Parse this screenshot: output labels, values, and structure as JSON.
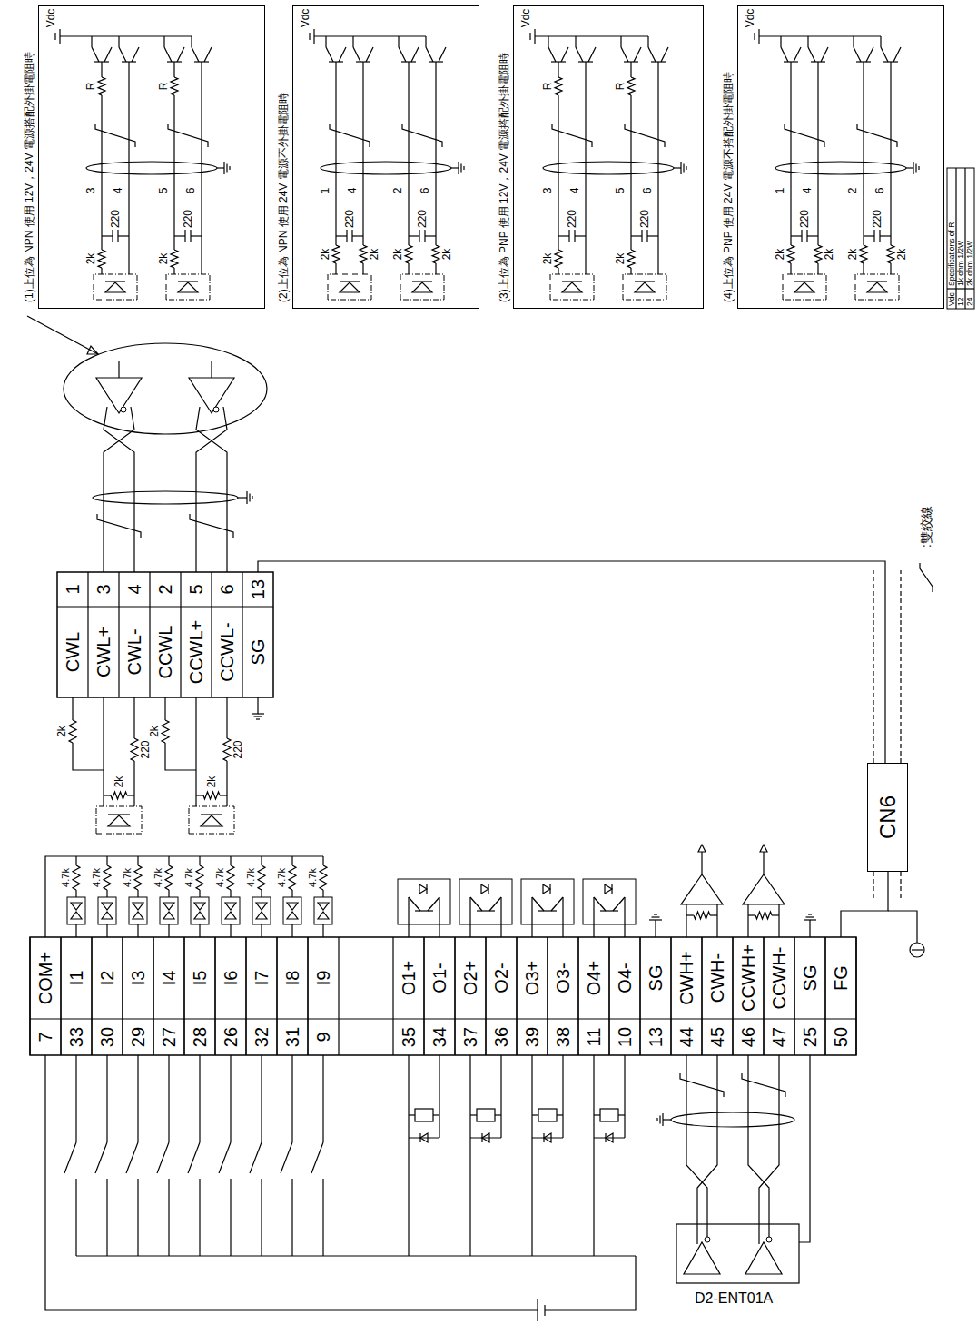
{
  "diagram": {
    "nodes": [
      {
        "text": [
          "(1)上位為 NPN 使用 12V，24V 電源搭配外掛電阻時"
        ]
      },
      {
        "text": [
          "(2)上位為 NPN 使用 24V 電源不外掛電阻時"
        ]
      },
      {
        "text": [
          "(3)上位為 PNP 使用 12V，24V 電源搭配外掛電阻時"
        ]
      },
      {
        "text": [
          "(4)上位為 PNP 使用 24V 電源不搭配外掛電阻時"
        ]
      },
      {
        "text": [
          "CN6"
        ]
      }
    ],
    "labels": [
      "R",
      "R",
      "Vdc",
      "3",
      "4",
      "5",
      "6",
      "2k",
      "220",
      "2k",
      "220",
      "Vdc",
      "1",
      "4",
      "2",
      "6",
      "2k",
      "2k",
      "220",
      "2k",
      "2k",
      "220",
      "R",
      "R",
      "Vdc",
      "3",
      "4",
      "5",
      "6",
      "2k",
      "220",
      "2k",
      "220",
      "Vdc",
      "1",
      "4",
      "2",
      "6",
      "2k",
      "2k",
      "220",
      "2k",
      "2k",
      "220",
      "Vdc",
      "Specifications of R",
      "12",
      "1k ohm 1/2W",
      "24",
      "2k ohm 1/2W",
      "1",
      "CWL",
      "3",
      "CWL+",
      "4",
      "CWL-",
      "2",
      "CCWL",
      "5",
      "CCWL+",
      "6",
      "CCWL-",
      "13",
      "SG",
      "2k",
      "220",
      "2k",
      "2k",
      "220",
      "2k",
      "7",
      "COM+",
      "33",
      "I1",
      "30",
      "I2",
      "29",
      "I3",
      "27",
      "I4",
      "28",
      "I5",
      "26",
      "I6",
      "32",
      "I7",
      "31",
      "I8",
      "9",
      "I9",
      "35",
      "O1+",
      "34",
      "O1-",
      "37",
      "O2+",
      "36",
      "O2-",
      "39",
      "O3+",
      "38",
      "O3-",
      "11",
      "O4+",
      "10",
      "O4-",
      "13",
      "SG",
      "44",
      "CWH+",
      "45",
      "CWH-",
      "46",
      "CCWH+",
      "47",
      "CCWH-",
      "25",
      "SG",
      "50",
      "FG",
      "4.7k",
      "4.7k",
      "4.7k",
      "4.7k",
      "4.7k",
      "4.7k",
      "4.7k",
      "4.7k",
      "4.7k",
      "D2-ENT01A"
    ],
    "legend": [
      {
        "text": ":雙絞線"
      }
    ]
  }
}
